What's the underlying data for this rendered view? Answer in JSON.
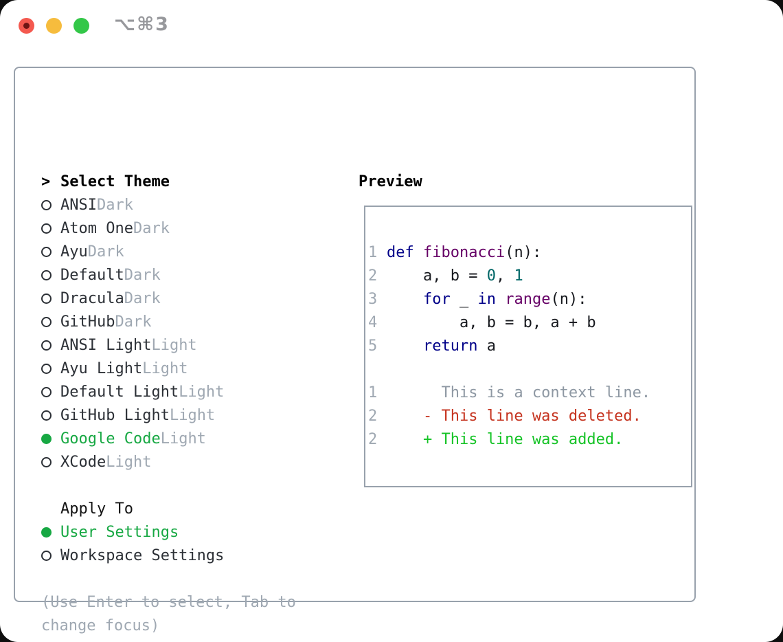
{
  "window": {
    "shortcut_label": "⌥⌘3"
  },
  "theme_list": {
    "header": "Select Theme",
    "header_prefix": ">",
    "items": [
      {
        "name": "ANSI",
        "variant": "Dark",
        "selected": false
      },
      {
        "name": "Atom One",
        "variant": "Dark",
        "selected": false
      },
      {
        "name": "Ayu",
        "variant": "Dark",
        "selected": false
      },
      {
        "name": "Default",
        "variant": "Dark",
        "selected": false
      },
      {
        "name": "Dracula",
        "variant": "Dark",
        "selected": false
      },
      {
        "name": "GitHub",
        "variant": "Dark",
        "selected": false
      },
      {
        "name": "ANSI Light",
        "variant": "Light",
        "selected": false
      },
      {
        "name": "Ayu Light",
        "variant": "Light",
        "selected": false
      },
      {
        "name": "Default Light",
        "variant": "Light",
        "selected": false
      },
      {
        "name": "GitHub Light",
        "variant": "Light",
        "selected": false
      },
      {
        "name": "Google Code",
        "variant": "Light",
        "selected": true
      },
      {
        "name": "XCode",
        "variant": "Light",
        "selected": false
      }
    ]
  },
  "apply_to": {
    "header": "Apply To",
    "options": [
      {
        "label": "User Settings",
        "selected": true
      },
      {
        "label": "Workspace Settings",
        "selected": false
      }
    ]
  },
  "hint": {
    "lines": [
      "(Use Enter to select, Tab to",
      "change focus)"
    ]
  },
  "preview": {
    "header": "Preview",
    "code_lines": [
      {
        "num": "1",
        "kind": "code",
        "segments": [
          [
            "def",
            "keyword"
          ],
          [
            " ",
            "plain"
          ],
          [
            "fibonacci",
            "name"
          ],
          [
            "(n):",
            "plain"
          ]
        ]
      },
      {
        "num": "2",
        "kind": "code",
        "segments": [
          [
            "    a, b = ",
            "plain"
          ],
          [
            "0",
            "number"
          ],
          [
            ", ",
            "plain"
          ],
          [
            "1",
            "number"
          ]
        ]
      },
      {
        "num": "3",
        "kind": "code",
        "segments": [
          [
            "    ",
            "plain"
          ],
          [
            "for",
            "keyword"
          ],
          [
            " _ ",
            "plain"
          ],
          [
            "in",
            "keyword"
          ],
          [
            " ",
            "plain"
          ],
          [
            "range",
            "name"
          ],
          [
            "(n):",
            "plain"
          ]
        ]
      },
      {
        "num": "4",
        "kind": "code",
        "segments": [
          [
            "        a, b = b, a + b",
            "plain"
          ]
        ]
      },
      {
        "num": "5",
        "kind": "code",
        "segments": [
          [
            "    ",
            "plain"
          ],
          [
            "return",
            "keyword"
          ],
          [
            " a",
            "plain"
          ]
        ]
      },
      {
        "num": "",
        "kind": "blank",
        "segments": []
      },
      {
        "num": "1",
        "kind": "context",
        "segments": [
          [
            "      This is a context line.",
            "context"
          ]
        ]
      },
      {
        "num": "2",
        "kind": "deleted",
        "segments": [
          [
            "    - This line was deleted.",
            "deleted"
          ]
        ]
      },
      {
        "num": "2",
        "kind": "added",
        "segments": [
          [
            "    + This line was added.",
            "added"
          ]
        ]
      }
    ]
  },
  "colors": {
    "selected_green": "#17a843",
    "added_green": "#15c326",
    "deleted_red": "#c5331f",
    "keyword_blue": "#000088",
    "function_purple": "#660066",
    "number_teal": "#006666",
    "muted_gray": "#9fa8b2",
    "border_gray": "#98a1ac",
    "traffic_red": "#f4594f",
    "traffic_yellow": "#f6bc3d",
    "traffic_green": "#33c748"
  }
}
